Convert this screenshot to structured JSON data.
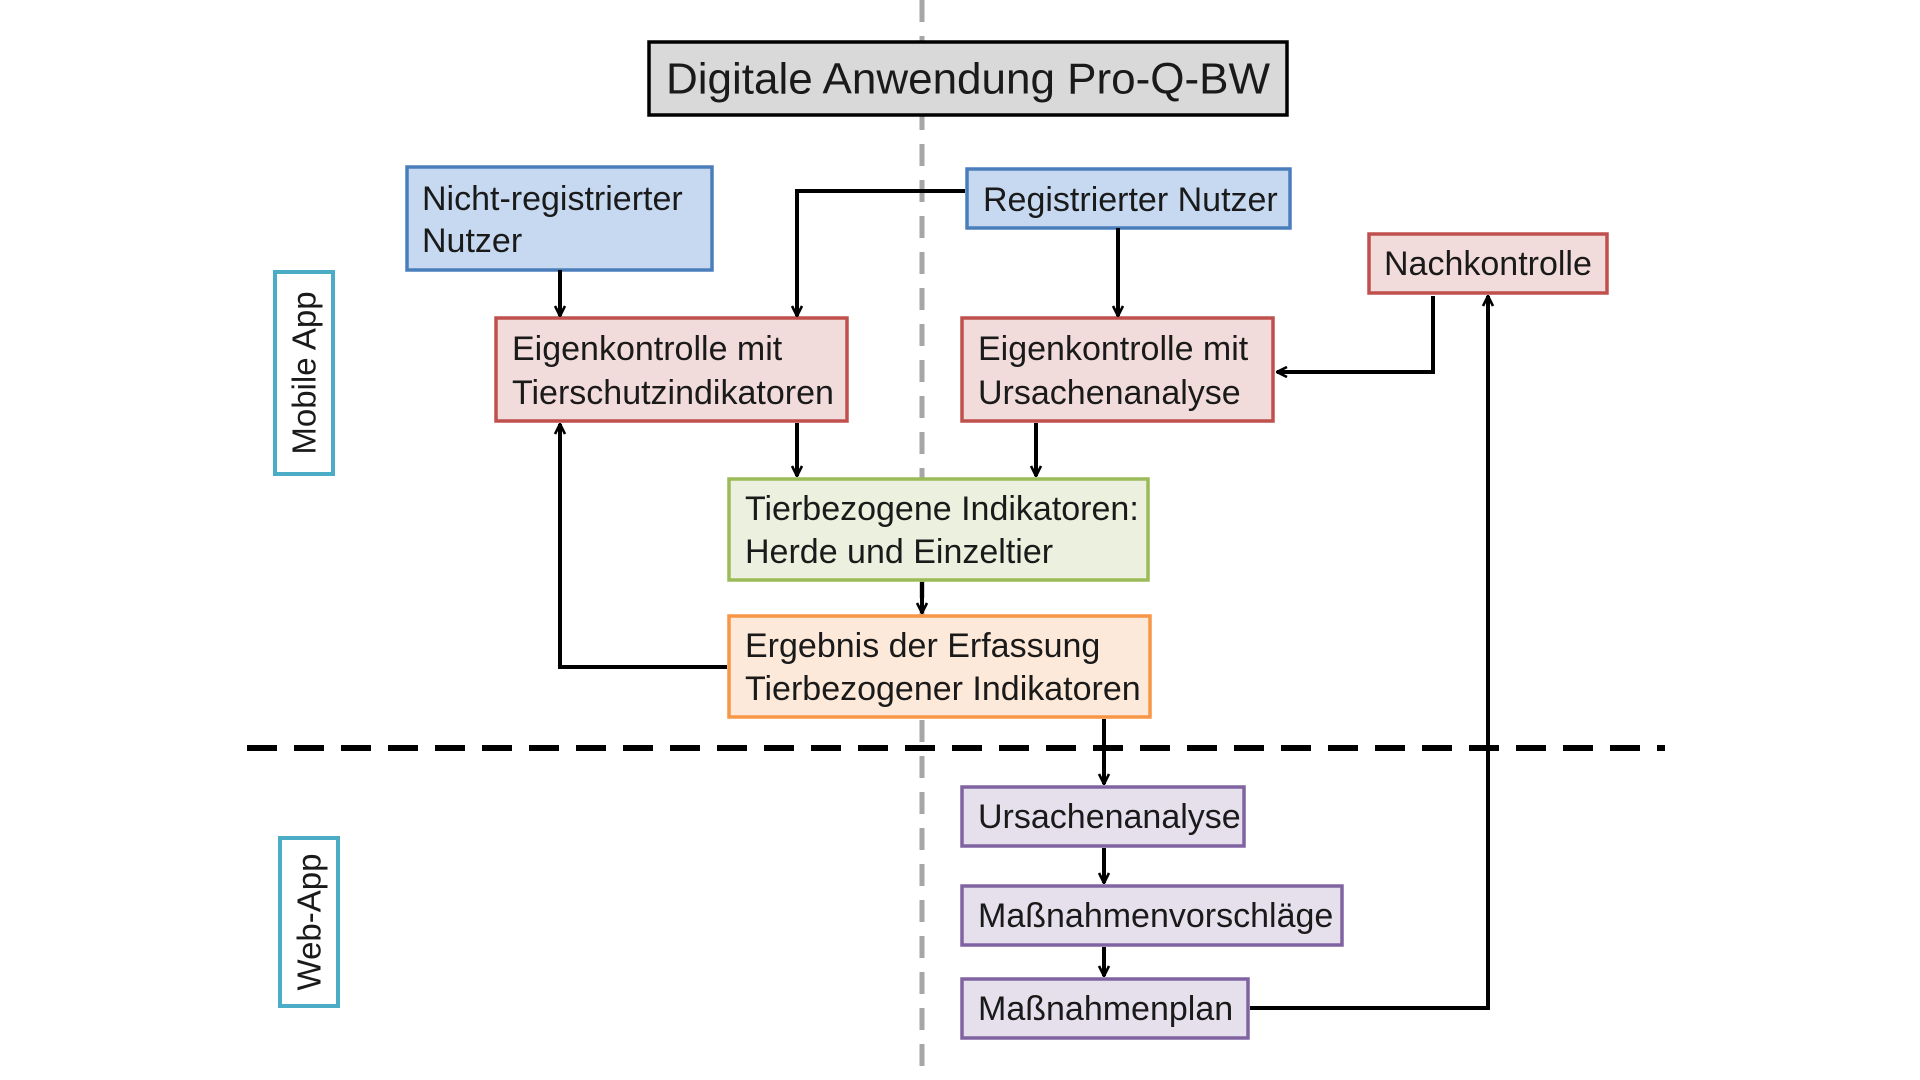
{
  "title": "Digitale Anwendung Pro-Q-BW",
  "sections": {
    "mobile": "Mobile App",
    "web": "Web-App"
  },
  "nodes": {
    "nicht_registriert": [
      "Nicht-registrierter",
      "Nutzer"
    ],
    "registriert": [
      "Registrierter Nutzer"
    ],
    "nachkontrolle": [
      "Nachkontrolle"
    ],
    "eigenkontrolle_tierschutz": [
      "Eigenkontrolle mit",
      "Tierschutzindikatoren"
    ],
    "eigenkontrolle_ursachen": [
      "Eigenkontrolle mit",
      "Ursachenanalyse"
    ],
    "tierbezogene_indikatoren": [
      "Tierbezogene Indikatoren:",
      "Herde und Einzeltier"
    ],
    "ergebnis": [
      "Ergebnis der Erfassung",
      "Tierbezogener Indikatoren"
    ],
    "ursachenanalyse": [
      "Ursachenanalyse"
    ],
    "massnahmenvorschlaege": [
      "Maßnahmenvorschläge"
    ],
    "massnahmenplan": [
      "Maßnahmenplan"
    ]
  },
  "colors": {
    "title_fill": "#d9d9d9",
    "title_stroke": "#000000",
    "blue_fill": "#c6d9f1",
    "blue_stroke": "#4a7ebb",
    "red_fill": "#f2dcdb",
    "red_stroke": "#c0504d",
    "green_fill": "#ebf1de",
    "green_stroke": "#9bbb59",
    "orange_fill": "#fde9d9",
    "orange_stroke": "#f79646",
    "purple_fill": "#e5e0ec",
    "purple_stroke": "#8064a2",
    "section_stroke": "#4bacc6",
    "divider": "#a6a6a6",
    "arrow": "#000000"
  }
}
